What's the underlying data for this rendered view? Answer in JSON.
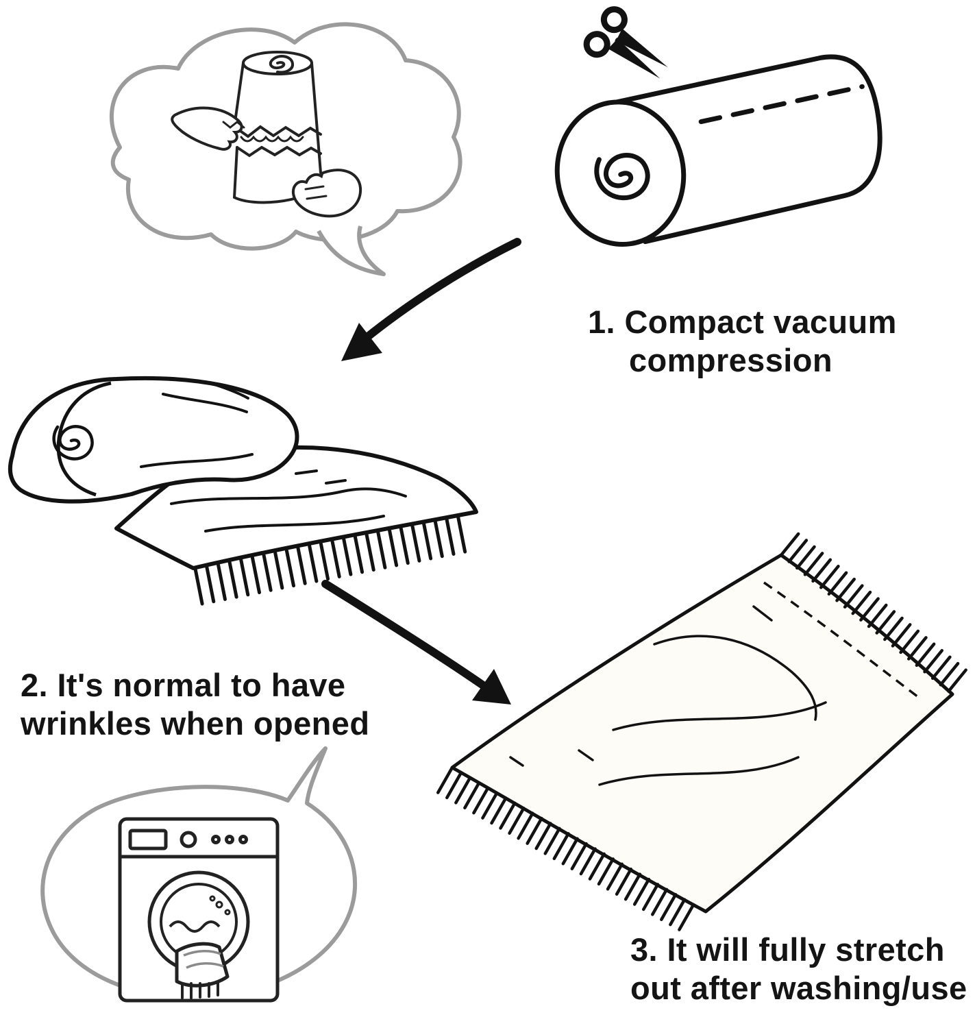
{
  "steps": [
    {
      "lines": [
        "1. Compact vacuum",
        "compression"
      ]
    },
    {
      "lines": [
        "2. It's normal to have",
        "wrinkles when opened"
      ]
    },
    {
      "lines": [
        "3. It will fully stretch",
        "out after washing/use"
      ]
    }
  ],
  "illustrations": {
    "thought_bubble": "hands-tearing-vacuum-package",
    "scissors": "scissors-cut-here",
    "compressed_roll": "rolled-compressed-blanket-with-dashed-cut-line",
    "arrow1": "arrow-down-left",
    "unrolled_blanket": "partially-unrolled-blanket-with-fringe",
    "arrow2": "arrow-down-right",
    "washing_bubble": "washing-machine-speech-bubble",
    "spread_blanket": "fully-spread-blanket-with-fringe"
  },
  "colors": {
    "ink": "#121212",
    "bubble_outline": "#9b9b9b",
    "text": "#141414",
    "paper": "#ffffff"
  }
}
